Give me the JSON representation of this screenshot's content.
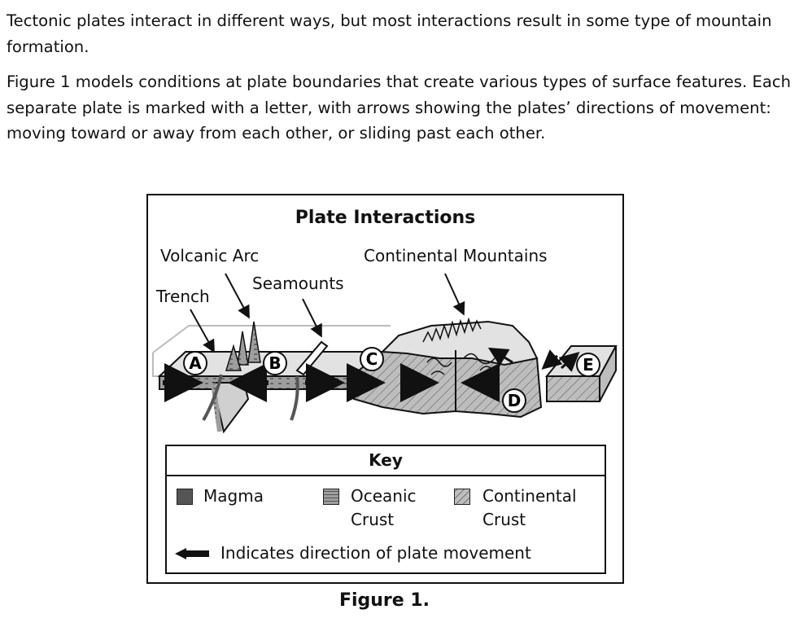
{
  "intro": {
    "paragraph1": "Tectonic plates interact in different ways, but most interactions result in some type of mountain formation.",
    "paragraph2": "Figure 1 models conditions at plate boundaries that create various types of surface features. Each separate plate is marked with a letter, with arrows showing the plates’ directions of movement: moving toward or away from each other, or sliding past each other."
  },
  "figure": {
    "title": "Plate Interactions",
    "labels": {
      "volcanic_arc": "Volcanic Arc",
      "continental_mountains": "Continental Mountains",
      "seamounts": "Seamounts",
      "trench": "Trench"
    },
    "plates": [
      "A",
      "B",
      "C",
      "D",
      "E"
    ],
    "key": {
      "title": "Key",
      "magma": "Magma",
      "oceanic_line1": "Oceanic",
      "oceanic_line2": "Crust",
      "continental_line1": "Continental",
      "continental_line2": "Crust",
      "arrow_text": "Indicates direction of plate movement"
    },
    "caption": "Figure 1."
  },
  "colors": {
    "magma": "#555555",
    "oceanic": "#9e9e9e",
    "continental": "#bdbdbd",
    "surface": "#e2e2e2"
  }
}
